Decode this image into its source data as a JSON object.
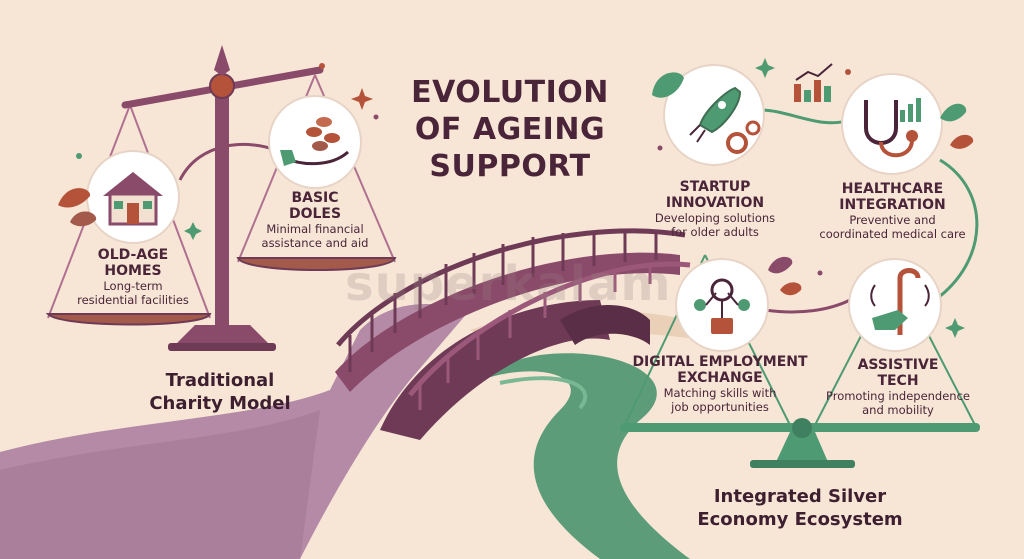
{
  "title": {
    "line1": "EVOLUTION",
    "line2": "OF AGEING",
    "line3": "SUPPORT"
  },
  "traditional": {
    "label_line1": "Traditional",
    "label_line2": "Charity Model",
    "old_age_homes": {
      "title_line1": "OLD-AGE",
      "title_line2": "HOMES",
      "desc_line1": "Long-term",
      "desc_line2": "residential facilities"
    },
    "basic_doles": {
      "title_line1": "BASIC",
      "title_line2": "DOLES",
      "desc_line1": "Minimal financial",
      "desc_line2": "assistance and aid"
    }
  },
  "integrated": {
    "label_line1": "Integrated Silver",
    "label_line2": "Economy Ecosystem",
    "startup_innovation": {
      "title_line1": "STARTUP",
      "title_line2": "INNOVATION",
      "desc_line1": "Developing solutions",
      "desc_line2": "for older adults"
    },
    "healthcare_integration": {
      "title_line1": "HEALTHCARE",
      "title_line2": "INTEGRATION",
      "desc_line1": "Preventive and",
      "desc_line2": "coordinated medical care"
    },
    "digital_employment": {
      "title_line1": "DIGITAL EMPLOYMENT",
      "title_line2": "EXCHANGE",
      "desc_line1": "Matching skills with",
      "desc_line2": "job opportunities"
    },
    "assistive_tech": {
      "title_line1": "ASSISTIVE",
      "title_line2": "TECH",
      "desc_line1": "Promoting independence",
      "desc_line2": "and mobility"
    }
  },
  "watermark": "superkalam",
  "colors": {
    "background": "#f7e6d6",
    "plum": "#8a4a6a",
    "dark_plum": "#4a2438",
    "green": "#4e9a72",
    "rust": "#b5533a",
    "path": "#b48aa6"
  },
  "icons": [
    "house-icon",
    "coins-hand-icon",
    "rocket-gears-icon",
    "stethoscope-chart-icon",
    "network-people-icon",
    "cane-hand-icon",
    "bar-chart-icon",
    "leaf-icon",
    "sparkle-icon"
  ]
}
